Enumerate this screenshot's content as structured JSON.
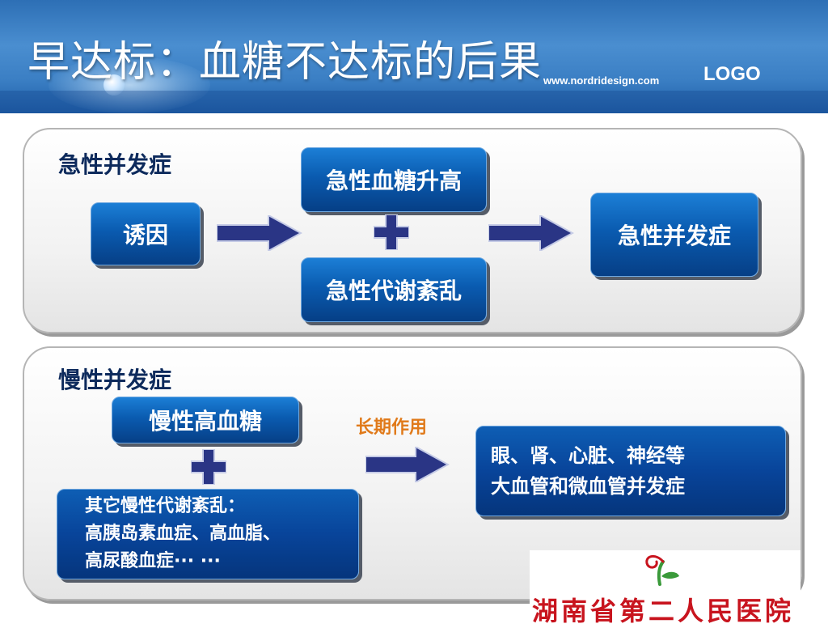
{
  "slide": {
    "title": "早达标：血糖不达标的后果",
    "website": "www.nordridesign.com",
    "logo": "LOGO"
  },
  "acute_panel": {
    "label": "急性并发症",
    "trigger": "诱因",
    "cause_top": "急性血糖升高",
    "cause_bottom": "急性代谢紊乱",
    "result": "急性并发症"
  },
  "chronic_panel": {
    "label": "慢性并发症",
    "cause_top": "慢性高血糖",
    "cause_bottom_lines": [
      "其它慢性代谢紊乱：",
      "高胰岛素血症、高血脂、",
      "高尿酸血症··· ···"
    ],
    "arrow_label": "长期作用",
    "result_lines": [
      "眼、肾、心脏、神经等",
      "大血管和微血管并发症"
    ]
  },
  "hospital": {
    "name": "湖南省第二人民医院"
  },
  "colors": {
    "box_blue": "#0a5bb0",
    "arrow_navy": "#2a3585",
    "label_orange": "#e07a1a",
    "hospital_red": "#c8141e",
    "logo_green": "#3a9a3a"
  }
}
